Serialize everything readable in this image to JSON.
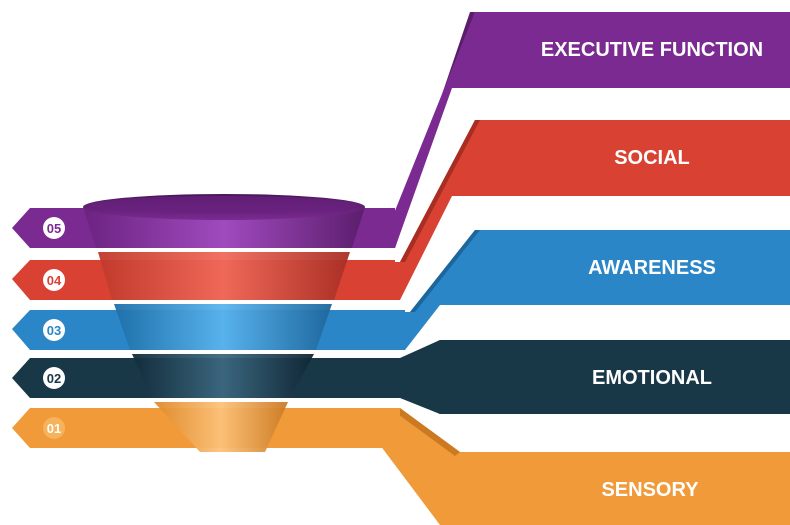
{
  "levels": [
    {
      "number": "05",
      "label": "EXECUTIVE FUNCTION",
      "color": "#7b2a91",
      "dark": "#5a1d6b",
      "light": "#9a44b3"
    },
    {
      "number": "04",
      "label": "SOCIAL",
      "color": "#d94133",
      "dark": "#a82e24",
      "light": "#e8594a"
    },
    {
      "number": "03",
      "label": "AWARENESS",
      "color": "#2a86c7",
      "dark": "#1d669c",
      "light": "#45a0de"
    },
    {
      "number": "02",
      "label": "EMOTIONAL",
      "color": "#183848",
      "dark": "#0f2633",
      "light": "#2a5468"
    },
    {
      "number": "01",
      "label": "SENSORY",
      "color": "#f09a3a",
      "dark": "#cc7a22",
      "light": "#f7b25c"
    }
  ]
}
